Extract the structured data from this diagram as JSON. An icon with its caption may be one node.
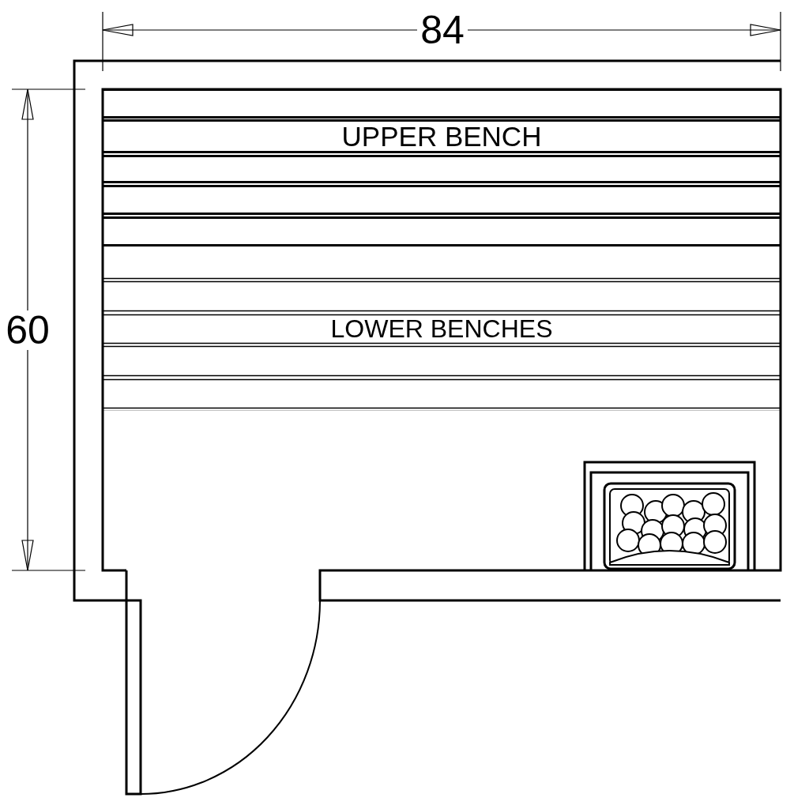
{
  "diagram": {
    "nodes": [
      {
        "text": [
          "UPPER BENCH"
        ]
      },
      {
        "text": [
          "LOWER BENCHES"
        ]
      }
    ],
    "labels": [
      "84",
      "60"
    ]
  }
}
